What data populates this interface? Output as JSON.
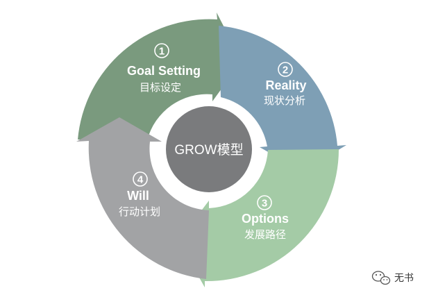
{
  "center": {
    "label": "GROW模型",
    "color": "#7a7b7d"
  },
  "steps": [
    {
      "number": "1",
      "title": "Goal Setting",
      "subtitle": "目标设定",
      "color": "#7a9a7e"
    },
    {
      "number": "2",
      "title": "Reality",
      "subtitle": "现状分析",
      "color": "#7e9fb5"
    },
    {
      "number": "3",
      "title": "Options",
      "subtitle": "发展路径",
      "color": "#a4cba6"
    },
    {
      "number": "4",
      "title": "Will",
      "subtitle": "行动计划",
      "color": "#a2a3a5"
    }
  ],
  "watermark": {
    "icon": "wechat-icon",
    "text": "无书"
  }
}
